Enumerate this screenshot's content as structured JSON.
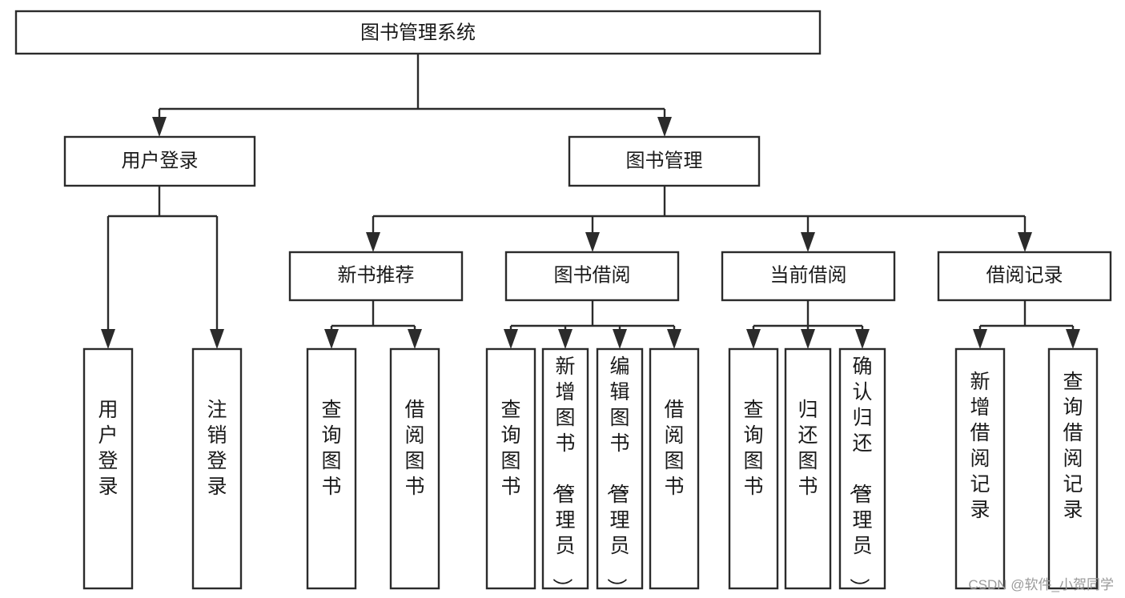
{
  "diagram": {
    "title": "图书管理系统",
    "type": "tree-hierarchy-diagram",
    "root": {
      "id": "root",
      "label": "图书管理系统",
      "orientation": "horizontal"
    },
    "level2": [
      {
        "id": "user-login",
        "label": "用户登录",
        "orientation": "horizontal"
      },
      {
        "id": "book-management",
        "label": "图书管理",
        "orientation": "horizontal"
      }
    ],
    "level3": [
      {
        "id": "new-book-recommend",
        "label": "新书推荐",
        "orientation": "horizontal",
        "parent": "book-management"
      },
      {
        "id": "book-borrow",
        "label": "图书借阅",
        "orientation": "horizontal",
        "parent": "book-management"
      },
      {
        "id": "current-borrow",
        "label": "当前借阅",
        "orientation": "horizontal",
        "parent": "book-management"
      },
      {
        "id": "borrow-record",
        "label": "借阅记录",
        "orientation": "horizontal",
        "parent": "book-management"
      }
    ],
    "leaves": {
      "user-login": [
        {
          "id": "leaf-user-login",
          "label": "用户登录",
          "orientation": "vertical"
        },
        {
          "id": "leaf-user-logout",
          "label": "注销登录",
          "orientation": "vertical"
        }
      ],
      "new-book-recommend": [
        {
          "id": "leaf-query-book-1",
          "label": "查询图书",
          "orientation": "vertical"
        },
        {
          "id": "leaf-borrow-book-1",
          "label": "借阅图书",
          "orientation": "vertical"
        }
      ],
      "book-borrow": [
        {
          "id": "leaf-query-book-2",
          "label": "查询图书",
          "orientation": "vertical"
        },
        {
          "id": "leaf-add-book",
          "label": "新增图书（管理员）",
          "orientation": "vertical"
        },
        {
          "id": "leaf-edit-book",
          "label": "编辑图书（管理员）",
          "orientation": "vertical"
        },
        {
          "id": "leaf-borrow-book-2",
          "label": "借阅图书",
          "orientation": "vertical"
        }
      ],
      "current-borrow": [
        {
          "id": "leaf-query-book-3",
          "label": "查询图书",
          "orientation": "vertical"
        },
        {
          "id": "leaf-return-book",
          "label": "归还图书",
          "orientation": "vertical"
        },
        {
          "id": "leaf-confirm-return",
          "label": "确认归还（管理员）",
          "orientation": "vertical"
        }
      ],
      "borrow-record": [
        {
          "id": "leaf-add-record",
          "label": "新增借阅记录",
          "orientation": "vertical"
        },
        {
          "id": "leaf-query-record",
          "label": "查询借阅记录",
          "orientation": "vertical"
        }
      ]
    },
    "colors": {
      "stroke": "#2b2b2b",
      "fill": "#ffffff",
      "text": "#1a1a1a",
      "watermark": "#9a9a9a"
    }
  },
  "watermark": {
    "text": "CSDN @软件_小贺同学"
  }
}
